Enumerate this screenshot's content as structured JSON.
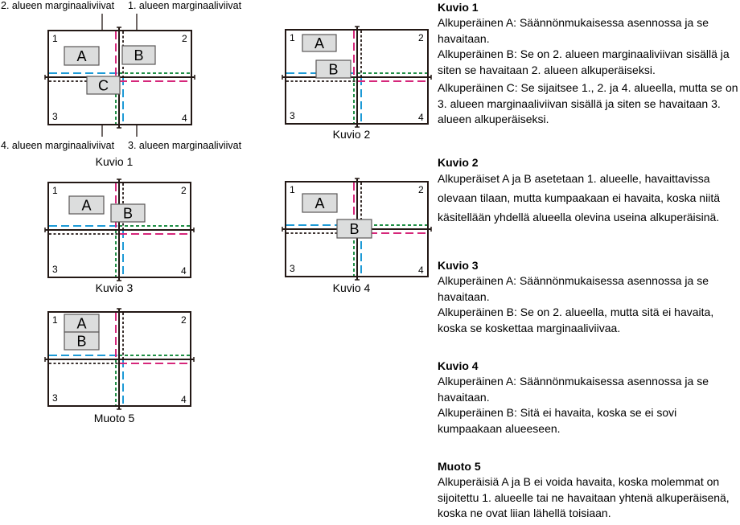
{
  "colors": {
    "frame": "#231815",
    "box_fill": "#dcdddd",
    "blue": "#1d9ad6",
    "green": "#1f8f46",
    "magenta": "#d6277b",
    "black_dotted": "#231815"
  },
  "callouts": {
    "top_left": "2. alueen marginaaliviivat",
    "top_right": "1. alueen marginaaliviivat",
    "bottom_left": "4. alueen marginaaliviivat",
    "bottom_right": "3. alueen marginaaliviivat"
  },
  "area_numbers": [
    "1",
    "2",
    "3",
    "4"
  ],
  "figures": [
    {
      "caption": "Kuvio 1",
      "boxes": [
        "A",
        "B",
        "C"
      ]
    },
    {
      "caption": "Kuvio 2",
      "boxes": [
        "A",
        "B"
      ]
    },
    {
      "caption": "Kuvio 3",
      "boxes": [
        "A",
        "B"
      ]
    },
    {
      "caption": "Kuvio 4",
      "boxes": [
        "A",
        "B"
      ]
    },
    {
      "caption": "Muoto 5",
      "boxes": [
        "A",
        "B"
      ]
    }
  ],
  "descriptions": [
    {
      "title": "Kuvio 1",
      "paragraphs": [
        "Alkuperäinen A: Säännönmukaisessa asennossa ja se havaitaan.",
        "Alkuperäinen B: Se on 2. alueen marginaaliviivan sisällä ja siten se havaitaan 2. alueen alkuperäiseksi.",
        "Alkuperäinen C: Se sijaitsee 1., 2. ja 4. alueella, mutta se on 3. alueen marginaaliviivan sisällä ja siten se havaitaan 3. alueen alkuperäiseksi."
      ]
    },
    {
      "title": "Kuvio 2",
      "paragraphs": [
        "Alkuperäiset A ja B asetetaan 1. alueelle, havaittavissa olevaan tilaan, mutta kumpaakaan ei havaita, koska niitä käsitellään yhdellä alueella olevina useina alkuperäisinä."
      ]
    },
    {
      "title": "Kuvio 3",
      "paragraphs": [
        "Alkuperäinen A: Säännönmukaisessa asennossa ja se havaitaan.",
        "Alkuperäinen B: Se on 2. alueella, mutta sitä ei havaita, koska se koskettaa marginaaliviivaa."
      ]
    },
    {
      "title": "Kuvio 4",
      "paragraphs": [
        "Alkuperäinen A: Säännönmukaisessa asennossa ja se havaitaan.",
        "Alkuperäinen B: Sitä ei havaita, koska se ei sovi kumpaakaan alueeseen."
      ]
    },
    {
      "title": "Muoto 5",
      "paragraphs": [
        "Alkuperäisiä A ja B ei voida havaita, koska molemmat on sijoitettu 1. alueelle tai ne havaitaan yhtenä alkuperäisenä, koska ne ovat liian lähellä toisiaan."
      ]
    }
  ]
}
